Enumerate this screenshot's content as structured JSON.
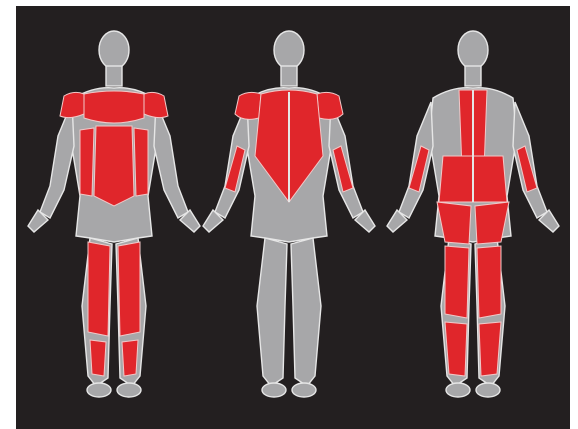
{
  "figures": [
    {
      "view": "front",
      "highlight": "full-body",
      "highlighted_regions": [
        "shoulders",
        "chest",
        "abdominals",
        "quadriceps",
        "shins"
      ]
    },
    {
      "view": "back",
      "highlight": "upper-body",
      "highlighted_regions": [
        "upper-back",
        "latissimus",
        "rear-shoulders",
        "forearms"
      ]
    },
    {
      "view": "back",
      "highlight": "lower-body-and-spine",
      "highlighted_regions": [
        "spinal-erectors",
        "lower-back",
        "glutes",
        "hamstrings",
        "calves",
        "forearms"
      ]
    }
  ],
  "colors": {
    "background": "#231f20",
    "muscle_neutral": "#a7a7a9",
    "muscle_highlight": "#e0262b",
    "outline": "#e6e6e6"
  }
}
